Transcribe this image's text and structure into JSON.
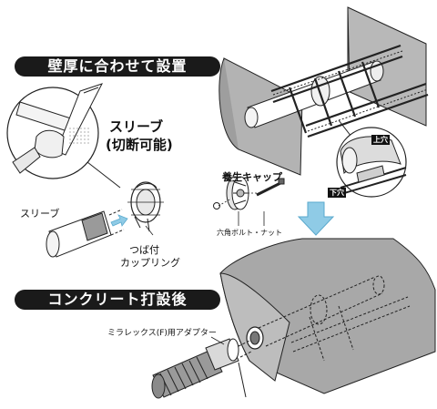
{
  "sections": {
    "install_title": "壁厚に合わせて設置",
    "after_pour_title": "コンクリート打設後"
  },
  "labels": {
    "sleeve_title_line1": "スリーブ",
    "sleeve_title_line2": "(切断可能)",
    "sleeve": "スリーブ",
    "coupling_line1": "つば付",
    "coupling_line2": "カップリング",
    "cap": "養生キャップ",
    "bolt_nut": "六角ボルト・ナット",
    "upper_hole": "上穴",
    "lower_hole": "下穴",
    "adapter": "ミラレックス(F)用アダプター"
  },
  "colors": {
    "banner": "#1a1a1a",
    "panel": "#b5b5b5",
    "concrete": "#a8a8a8",
    "arrow": "#8fcbe6",
    "line": "#111111"
  }
}
